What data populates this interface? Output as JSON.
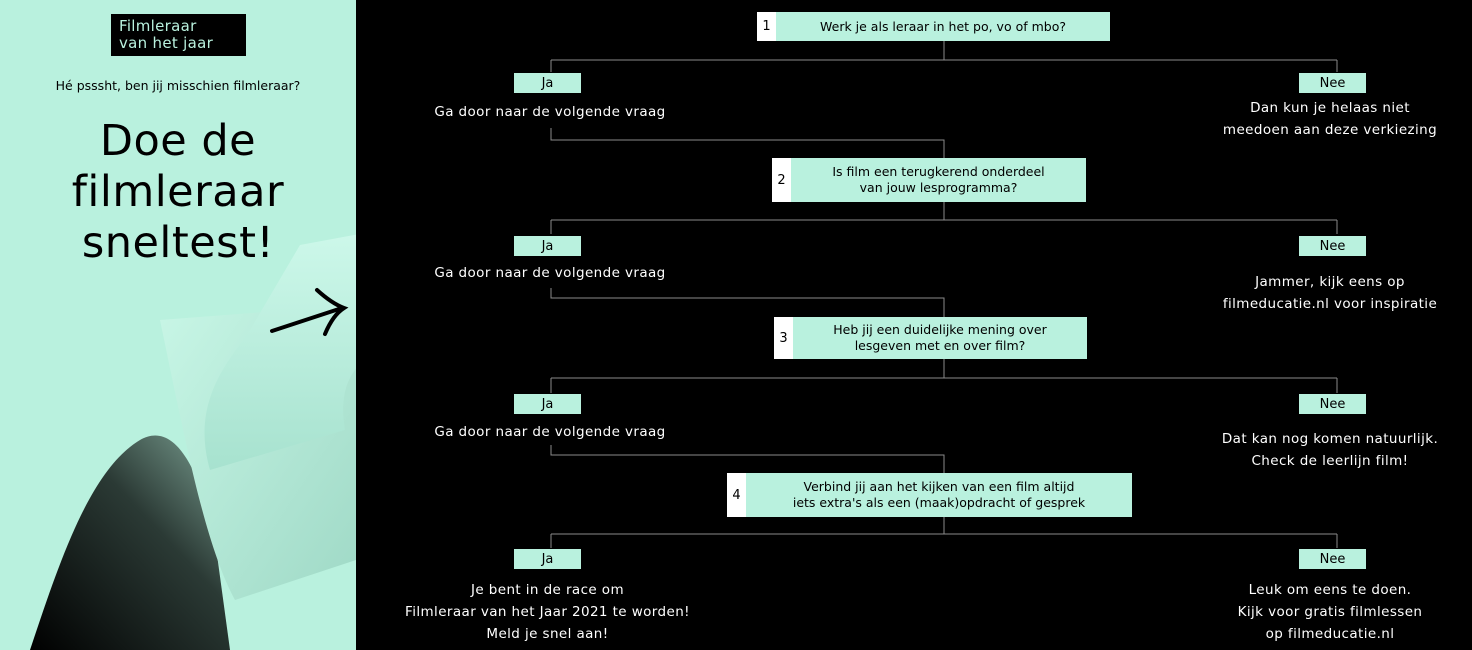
{
  "brand": {
    "logo_line1": "Filmleraar",
    "logo_line2": "van het jaar"
  },
  "intro": {
    "teaser": "Hé psssht, ben jij misschien filmleraar?",
    "headline_line1": "Doe de",
    "headline_line2": "filmleraar",
    "headline_line3": "sneltest!"
  },
  "colors": {
    "accent": "#b9f1de",
    "background": "#000000"
  },
  "questions": [
    {
      "num": "1",
      "line1": "Werk je als leraar in het po, vo of mbo?",
      "line2": "",
      "yes": "Ja",
      "no": "Nee",
      "yes_text": [
        "Ga door naar de volgende vraag"
      ],
      "no_text": [
        "Dan kun je helaas niet",
        "meedoen aan deze verkiezing"
      ]
    },
    {
      "num": "2",
      "line1": "Is film een terugkerend onderdeel",
      "line2": "van jouw lesprogramma?",
      "yes": "Ja",
      "no": "Nee",
      "yes_text": [
        "Ga door naar de volgende vraag"
      ],
      "no_text": [
        "Jammer,  kijk eens  op",
        "filmeducatie.nl voor inspiratie"
      ]
    },
    {
      "num": "3",
      "line1": "Heb jij een duidelijke mening over",
      "line2": "lesgeven met en over film?",
      "yes": "Ja",
      "no": "Nee",
      "yes_text": [
        "Ga door naar de volgende vraag"
      ],
      "no_text": [
        "Dat kan nog komen natuurlijk.",
        "Check de leerlijn film!"
      ]
    },
    {
      "num": "4",
      "line1": "Verbind jij aan het kijken van een film altijd",
      "line2": "iets extra's als een (maak)opdracht of gesprek",
      "yes": "Ja",
      "no": "Nee",
      "yes_text": [
        "Je bent in de race om",
        "Filmleraar van het Jaar 2021 te worden!",
        "Meld je snel aan!"
      ],
      "no_text": [
        "Leuk om eens te doen.",
        "Kijk voor gratis filmlessen",
        "op filmeducatie.nl"
      ]
    }
  ]
}
